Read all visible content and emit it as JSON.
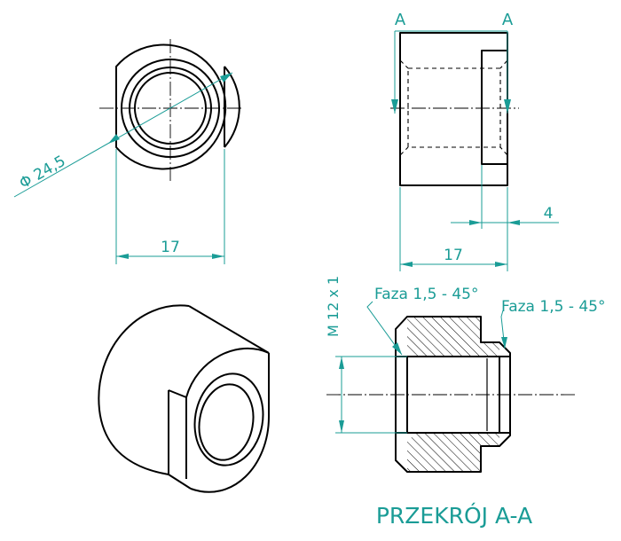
{
  "colors": {
    "linework": "#000000",
    "dimension": "#1a9c96"
  },
  "labels": {
    "diameter": "Φ 24,5",
    "width_front": "17",
    "width_side": "17",
    "slot_depth": "4",
    "section_mark_left": "A",
    "section_mark_right": "A",
    "thread": "M 12 x 1",
    "chamfer_left": "Faza 1,5 - 45°",
    "chamfer_right": "Faza 1,5 - 45°",
    "section_title": "PRZEKRÓJ A-A"
  }
}
